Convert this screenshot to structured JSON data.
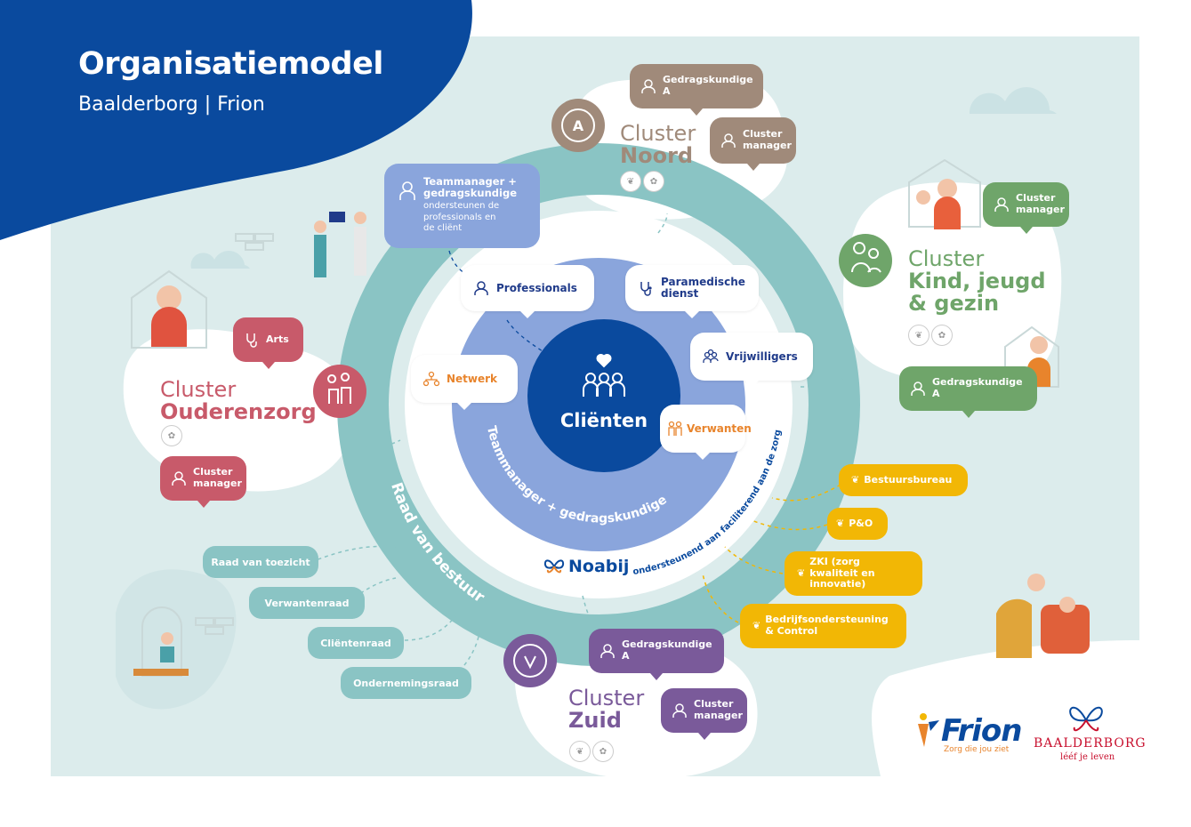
{
  "title": "Organisatiemodel",
  "subtitle": "Baalderborg | Frion",
  "center": "Cliënten",
  "inner_ring_label": "Teammanager + gedragskundige",
  "outer_ring_label": "Raad van bestuur",
  "noabij": {
    "name": "Noabij",
    "tagline": "ondersteunend aan faciliterend aan de zorg"
  },
  "inner_bubbles": {
    "professionals": "Professionals",
    "paramedische": "Paramedische dienst",
    "vrijwilligers": "Vrijwilligers",
    "netwerk": "Netwerk",
    "verwanten": "Verwanten"
  },
  "teammanager_box": {
    "title": "Teammanager + gedragskundige",
    "body": "ondersteunen de professionals en de cliënt"
  },
  "clusters": {
    "noord": {
      "word": "Cluster",
      "name": "Noord",
      "gedragskundige": "Gedragskundige A",
      "manager": "Cluster manager"
    },
    "kind": {
      "word": "Cluster",
      "name": "Kind, jeugd & gezin",
      "gedragskundige": "Gedragskundige A",
      "manager": "Cluster manager"
    },
    "ouderen": {
      "word": "Cluster",
      "name": "Ouderenzorg",
      "arts": "Arts",
      "manager": "Cluster manager"
    },
    "zuid": {
      "word": "Cluster",
      "name": "Zuid",
      "gedragskundige": "Gedragskundige A",
      "manager": "Cluster manager"
    }
  },
  "raden": [
    "Raad van toezicht",
    "Verwantenraad",
    "Cliëntenraad",
    "Ondernemingsraad"
  ],
  "support": [
    "Bestuursbureau",
    "P&O",
    "ZKI (zorg kwaliteit en innovatie)",
    "Bedrijfsondersteuning & Control"
  ],
  "logos": {
    "frion": "Frion",
    "frion_tag": "Zorg die jou ziet",
    "baalderborg": "BAALDERBORG",
    "baalderborg_tag": "lééf je leven"
  },
  "colors": {
    "navy": "#0a4a9e",
    "teal": "#8ac4c4",
    "inner": "#8aa5dc",
    "center": "#0a4a9e",
    "noord": "#a08a7a",
    "kind": "#6fa56a",
    "ouderen": "#c85a6a",
    "zuid": "#7a5a9a",
    "yellow": "#f2b705"
  }
}
